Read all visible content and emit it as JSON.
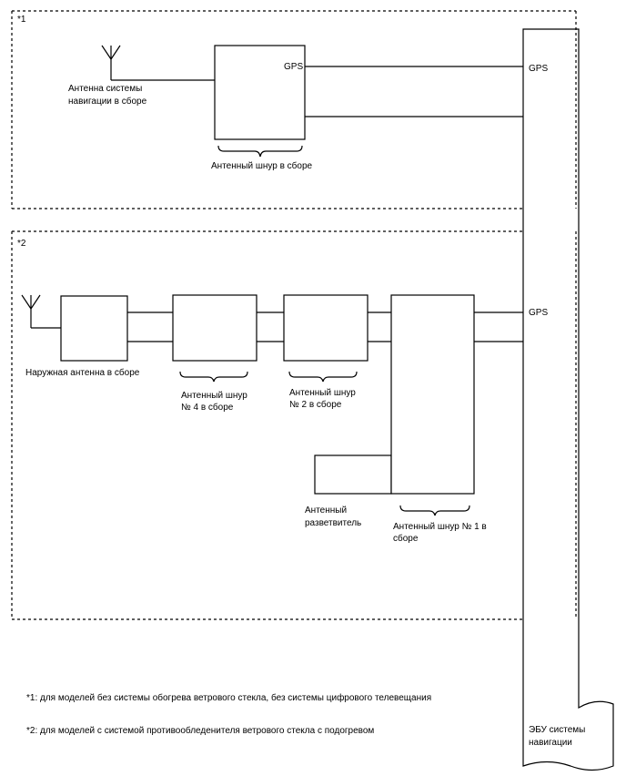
{
  "section1": {
    "marker": "*1",
    "antenna_label": [
      "Антенна системы",
      "навигации в сборе"
    ],
    "gps_box_label": "GPS",
    "cord_label": "Антенный шнур в сборе",
    "ecu_gps_label": "GPS"
  },
  "section2": {
    "marker": "*2",
    "outer_antenna_label": "Наружная антенна в сборе",
    "cord4_label": [
      "Антенный шнур",
      "№ 4 в сборе"
    ],
    "cord2_label": [
      "Антенный шнур",
      "№ 2 в сборе"
    ],
    "splitter_label": [
      "Антенный",
      "разветвитель"
    ],
    "cord1_label": [
      "Антенный шнур № 1 в",
      "сборе"
    ],
    "ecu_gps_label": "GPS"
  },
  "footnotes": {
    "note1": "*1: для моделей без системы обогрева ветрового стекла, без системы цифрового телевещания",
    "note2": "*2: для моделей с системой противообледенителя ветрового стекла с подогревом"
  },
  "ecu_label": [
    "ЭБУ системы",
    "навигации"
  ]
}
